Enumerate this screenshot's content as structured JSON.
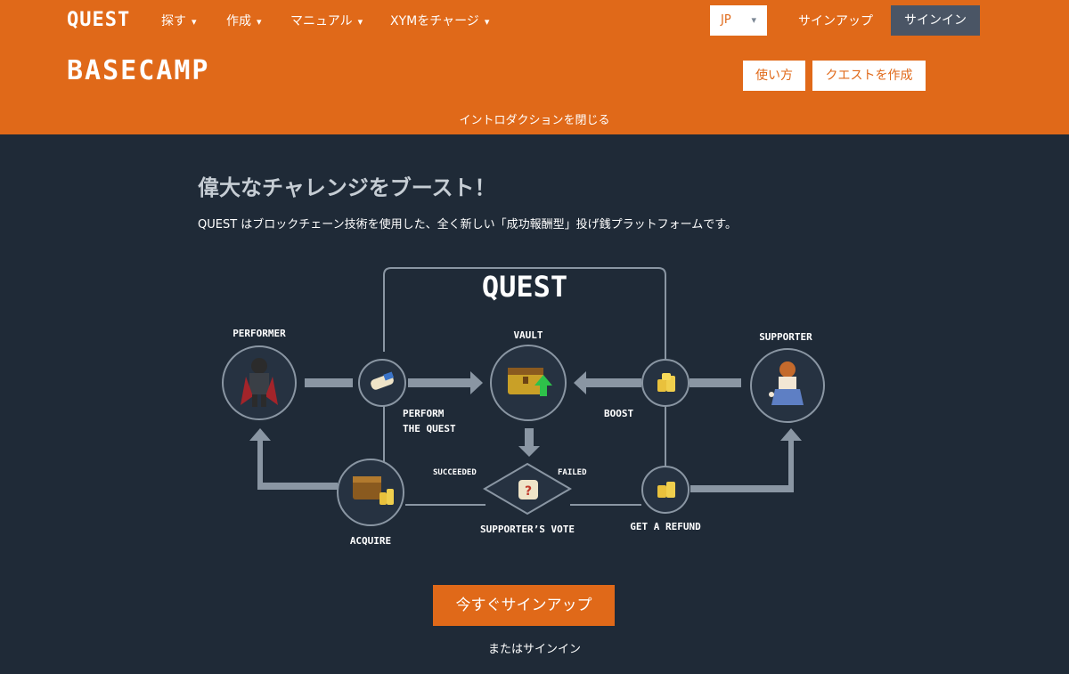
{
  "header": {
    "logo": "QUEST",
    "nav": [
      {
        "label": "探す"
      },
      {
        "label": "作成"
      },
      {
        "label": "マニュアル"
      },
      {
        "label": "XYMをチャージ"
      }
    ],
    "language": "JP",
    "signup_label": "サインアップ",
    "signin_label": "サインイン"
  },
  "hero": {
    "title": "BASECAMP",
    "howto_label": "使い方",
    "create_label": "クエストを作成",
    "close_intro": "イントロダクションを閉じる"
  },
  "intro": {
    "heading": "偉大なチャレンジをブースト！",
    "text": "QUEST はブロックチェーン技術を使用した、全く新しい「成功報酬型」投げ銭プラットフォームです。"
  },
  "diagram": {
    "title": "QUEST",
    "performer": "PERFORMER",
    "vault": "VAULT",
    "supporter": "SUPPORTER",
    "perform_line1": "PERFORM",
    "perform_line2": "THE QUEST",
    "boost": "BOOST",
    "succeeded": "SUCCEEDED",
    "failed": "FAILED",
    "acquire": "ACQUIRE",
    "vote": "SUPPORTER’S VOTE",
    "refund": "GET A REFUND"
  },
  "cta": {
    "signup_now": "今すぐサインアップ",
    "or_signin": "またはサインイン"
  },
  "colors": {
    "brand_orange": "#e06919",
    "background": "#1f2a37",
    "signin_button": "#4a5565",
    "diagram_line": "#8a96a3"
  }
}
